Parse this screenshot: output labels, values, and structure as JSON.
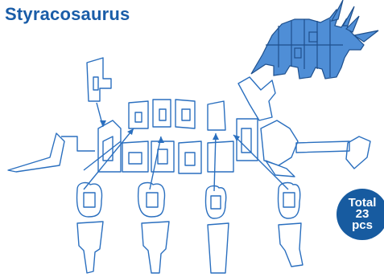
{
  "title": "Styracosaurus",
  "badge": {
    "line1": "Total",
    "line2": "23",
    "line3": "pcs"
  },
  "colors": {
    "title": "#1a5da8",
    "line": "#2a6fbf",
    "preview_fill": "#4f8ed6",
    "preview_stroke": "#1e4f8c",
    "badge": "#175ba0"
  }
}
